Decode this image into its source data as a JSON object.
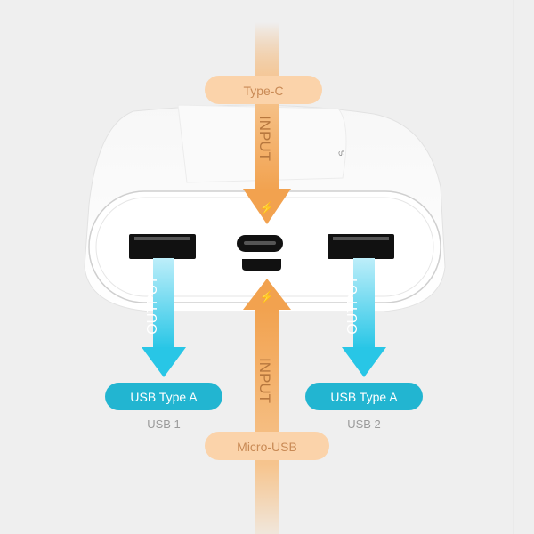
{
  "colors": {
    "background": "#efefef",
    "input_orange": "#f2a24f",
    "input_pill": "#fbd3aa",
    "input_text": "#c98a55",
    "output_cyan": "#28c6e6",
    "output_pill": "#22b5d1",
    "port_label_gray": "#9a9a9a"
  },
  "top": {
    "pill_label": "Type-C",
    "arrow_label": "INPUT",
    "icon": "lightning-icon"
  },
  "bottom": {
    "pill_label": "Micro-USB",
    "arrow_label": "INPUT",
    "icon": "lightning-icon"
  },
  "outputs": [
    {
      "arrow_label": "OUTPUT",
      "pill_label": "USB Type A",
      "port_name": "USB 1"
    },
    {
      "arrow_label": "OUTPUT",
      "pill_label": "USB Type A",
      "port_name": "USB 2"
    }
  ]
}
